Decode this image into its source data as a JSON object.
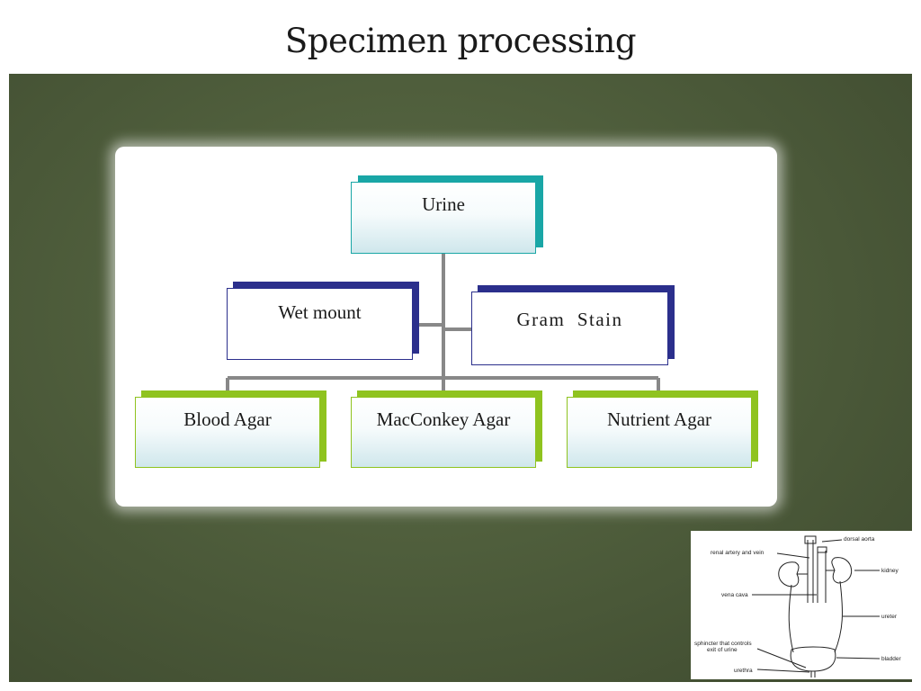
{
  "slide": {
    "title": "Specimen processing"
  },
  "diagram": {
    "root": "Urine",
    "middle": [
      "Wet mount",
      "Gram  Stain"
    ],
    "bottom": [
      "Blood Agar",
      "MacConkey Agar",
      "Nutrient Agar"
    ]
  },
  "anatomy": {
    "labels": {
      "dorsal_aorta": "dorsal aorta",
      "renal_artery_vein": "renal artery and vein",
      "kidney": "kidney",
      "vena_cava": "vena cava",
      "ureter": "ureter",
      "sphincter_1": "sphincter that controls",
      "sphincter_2": "exit of urine",
      "bladder": "bladder",
      "urethra": "urethra"
    }
  },
  "colors": {
    "board": "#4f5e3c",
    "root_border": "#19a6a6",
    "middle_border": "#2b2f8c",
    "bottom_border": "#8fc31f",
    "connector": "#888888"
  }
}
